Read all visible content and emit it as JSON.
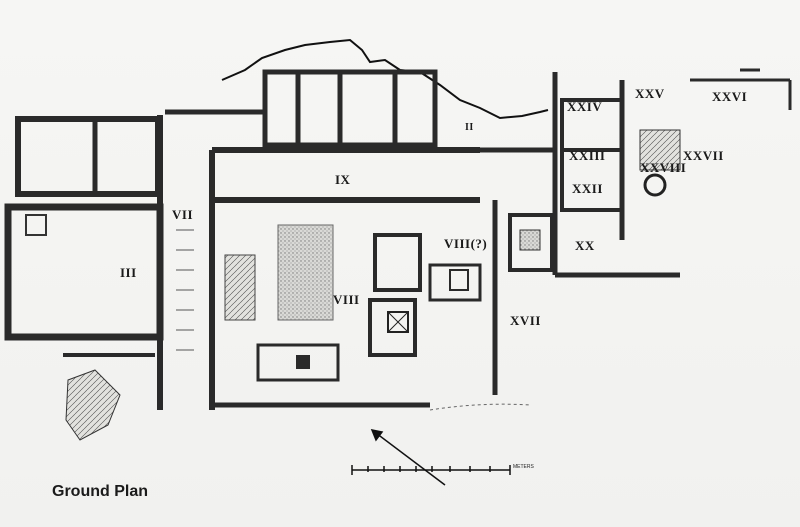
{
  "caption": "Ground Plan",
  "scale_label": "METERS",
  "rooms": {
    "r3": "III",
    "r7": "VII",
    "r8": "VIII",
    "r8c": "VIII(?)",
    "r9": "IX",
    "r17": "XVII",
    "r20": "XX",
    "r22": "XXII",
    "r23": "XXIII",
    "r24": "XXIV",
    "r25": "XXV",
    "r26": "XXVI",
    "r27": "XXVII",
    "r28": "XXVIII",
    "r2": "II"
  },
  "colors": {
    "wall": "#2a2a2a",
    "paper": "#f4f4f2",
    "hatch": "#8a8a8a"
  }
}
